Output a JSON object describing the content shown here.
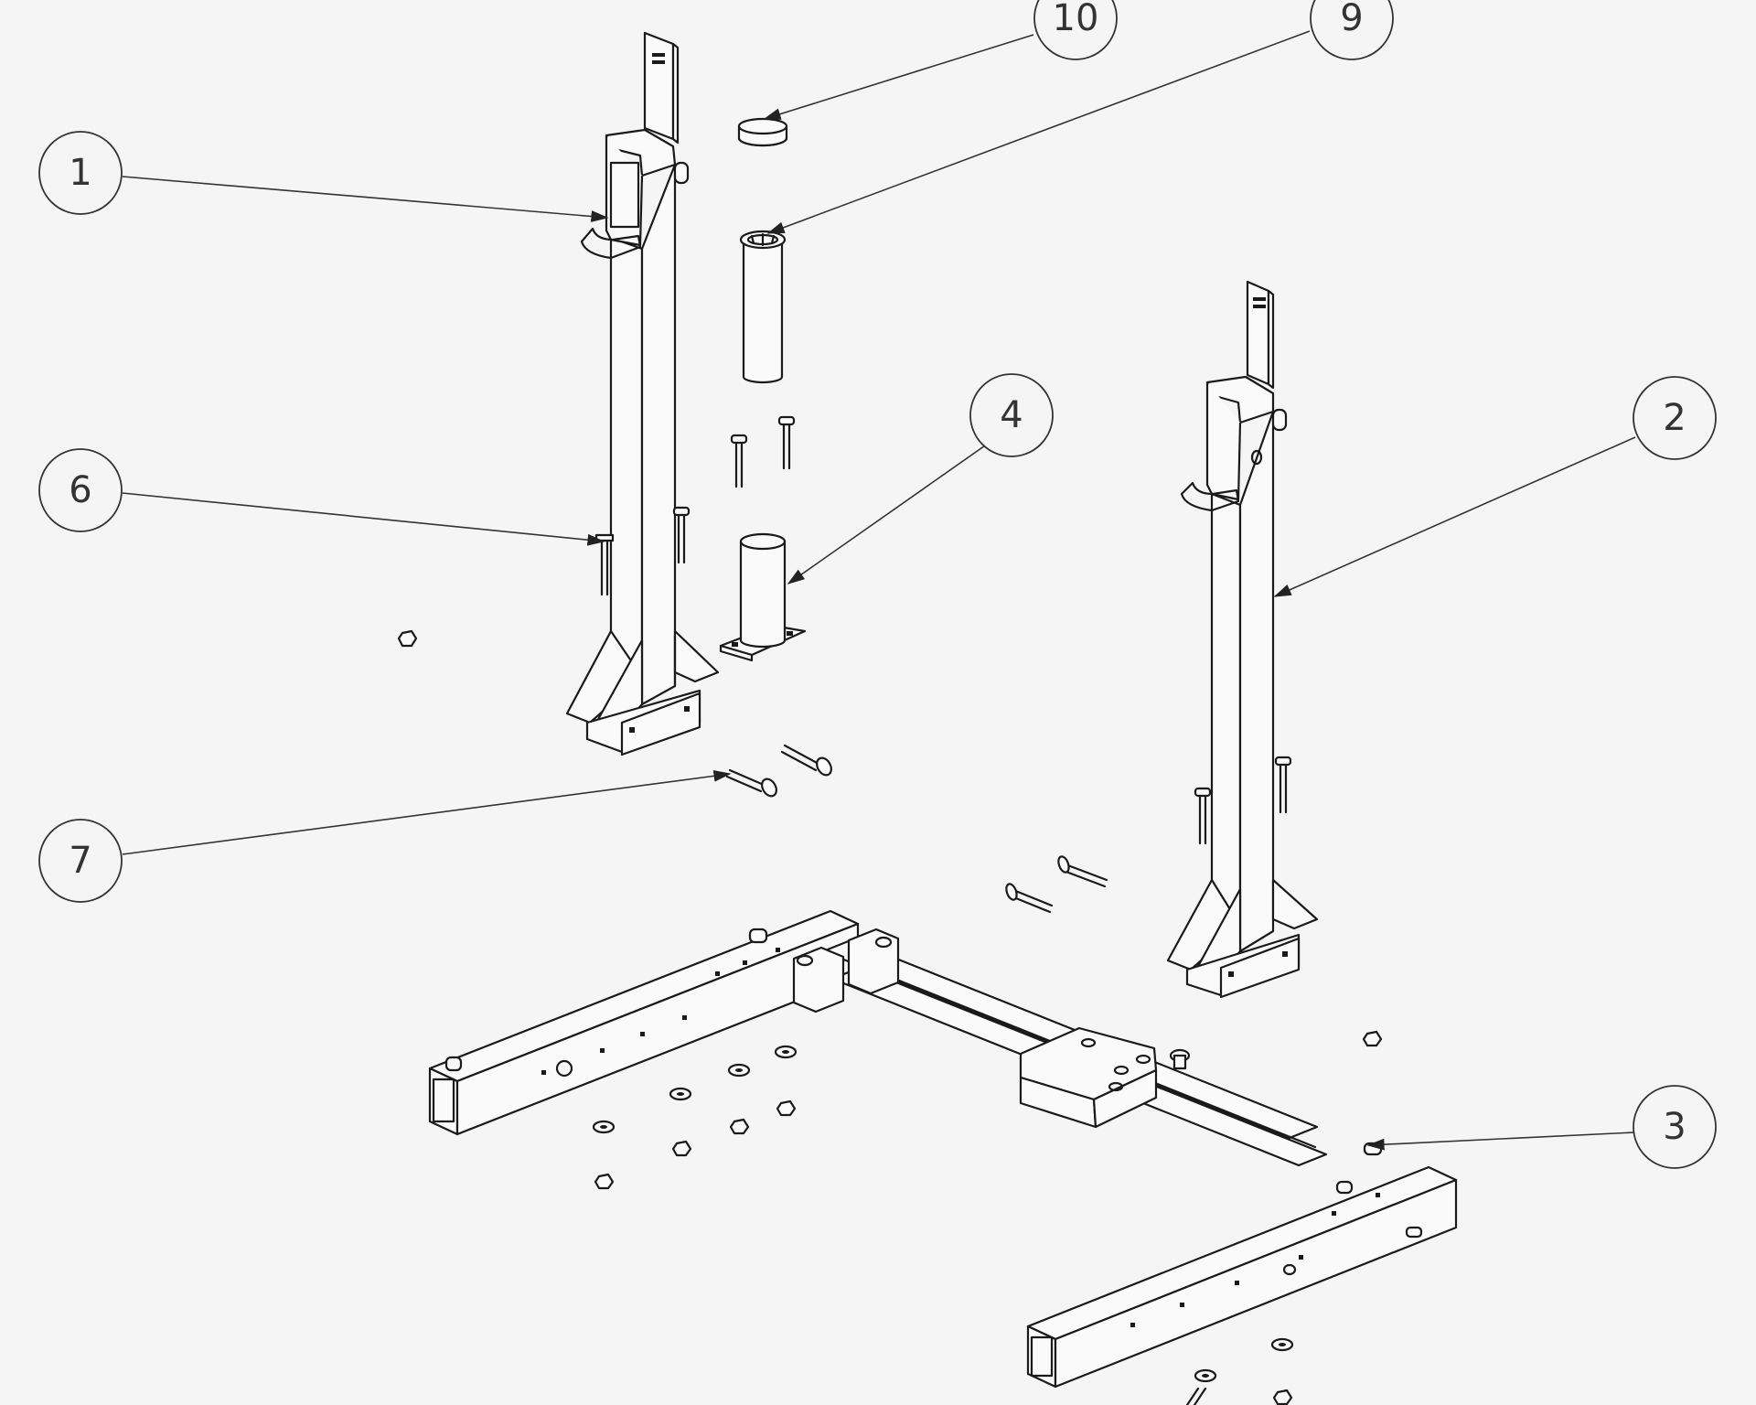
{
  "callouts": [
    {
      "id": "1",
      "label": "1"
    },
    {
      "id": "2",
      "label": "2"
    },
    {
      "id": "3",
      "label": "3"
    },
    {
      "id": "4",
      "label": "4"
    },
    {
      "id": "6",
      "label": "6"
    },
    {
      "id": "7",
      "label": "7"
    },
    {
      "id": "9",
      "label": "9"
    },
    {
      "id": "10",
      "label": "10"
    }
  ]
}
